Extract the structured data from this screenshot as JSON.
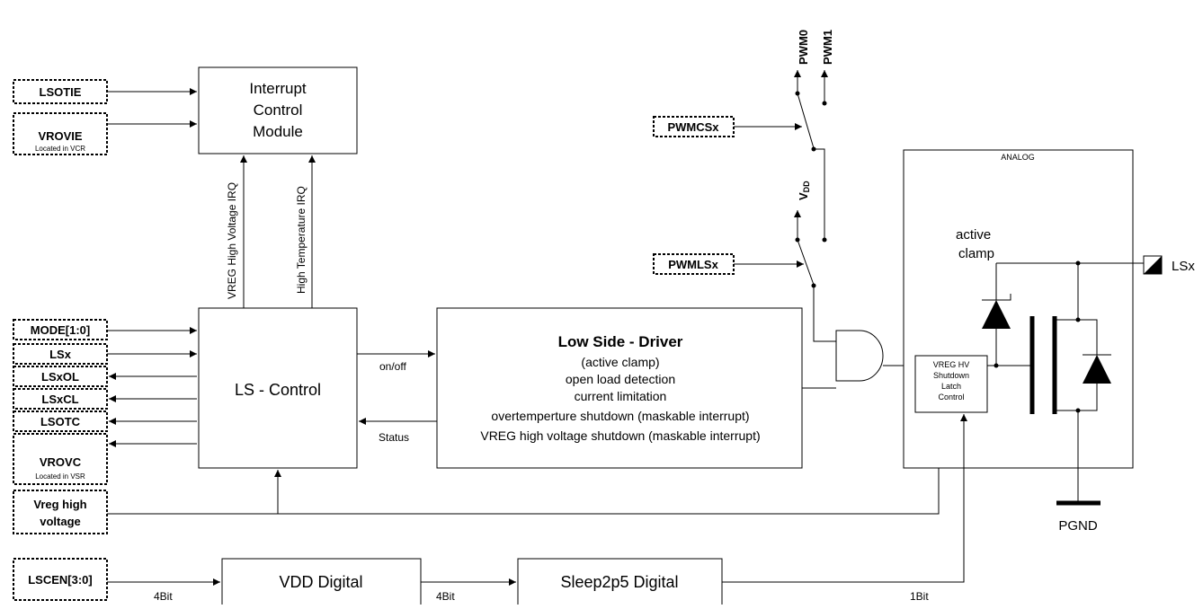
{
  "registers": {
    "lsotie": "LSOTIE",
    "vrovie": "VROVIE",
    "vrovie_note": "Located in VCR",
    "mode": "MODE[1:0]",
    "lsx": "LSx",
    "lsxol": "LSxOL",
    "lsxcl": "LSxCL",
    "lsotc": "LSOTC",
    "vrovc": "VROVC",
    "vrovc_note": "Located in VSR",
    "vreg_high_voltage_1": "Vreg high",
    "vreg_high_voltage_2": "voltage",
    "lscen": "LSCEN[3:0]",
    "pwmcsx": "PWMCSx",
    "pwmlsx": "PWMLSx"
  },
  "blocks": {
    "interrupt_1": "Interrupt",
    "interrupt_2": "Control",
    "interrupt_3": "Module",
    "ls_control": "LS - Control",
    "driver_title": "Low Side - Driver",
    "driver_line1": "(active clamp)",
    "driver_line2": "open load detection",
    "driver_line3": "current limitation",
    "driver_line4": "overtemperture shutdown (maskable interrupt)",
    "driver_line5": "VREG high voltage shutdown (maskable interrupt)",
    "vdd_digital": "VDD Digital",
    "sleep_digital": "Sleep2p5 Digital",
    "analog": "ANALOG",
    "latch_1": "VREG HV",
    "latch_2": "Shutdown",
    "latch_3": "Latch",
    "latch_4": "Control"
  },
  "signals": {
    "vreg_irq": "VREG High Voltage IRQ",
    "temp_irq": "High Temperature IRQ",
    "on_off": "on/off",
    "status": "Status",
    "bits_4a": "4Bit",
    "bits_4b": "4Bit",
    "bits_1": "1Bit",
    "pwm0": "PWM0",
    "pwm1": "PWM1",
    "vdd_main": "V",
    "vdd_sub": "DD",
    "active": "active",
    "clamp": "clamp",
    "pin_lsx": "LSx",
    "pgnd": "PGND"
  }
}
